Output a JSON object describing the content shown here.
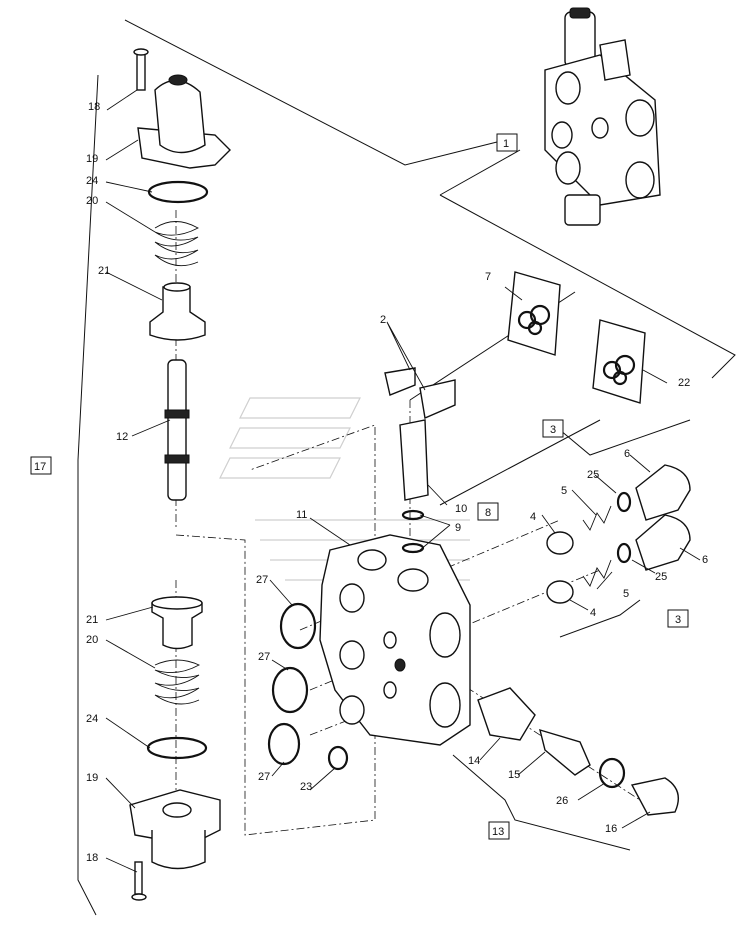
{
  "labels": {
    "l1": "1",
    "l2": "2",
    "l3a": "3",
    "l3b": "3",
    "l4a": "4",
    "l4b": "4",
    "l5a": "5",
    "l5b": "5",
    "l6a": "6",
    "l6b": "6",
    "l7": "7",
    "l8": "8",
    "l9": "9",
    "l10": "10",
    "l11": "11",
    "l12": "12",
    "l13": "13",
    "l14": "14",
    "l15": "15",
    "l16": "16",
    "l17": "17",
    "l18a": "18",
    "l18b": "18",
    "l19a": "19",
    "l19b": "19",
    "l20a": "20",
    "l20b": "20",
    "l21a": "21",
    "l21b": "21",
    "l22": "22",
    "l23": "23",
    "l24a": "24",
    "l24b": "24",
    "l25a": "25",
    "l25b": "25",
    "l26": "26",
    "l27a": "27",
    "l27b": "27",
    "l27c": "27"
  }
}
